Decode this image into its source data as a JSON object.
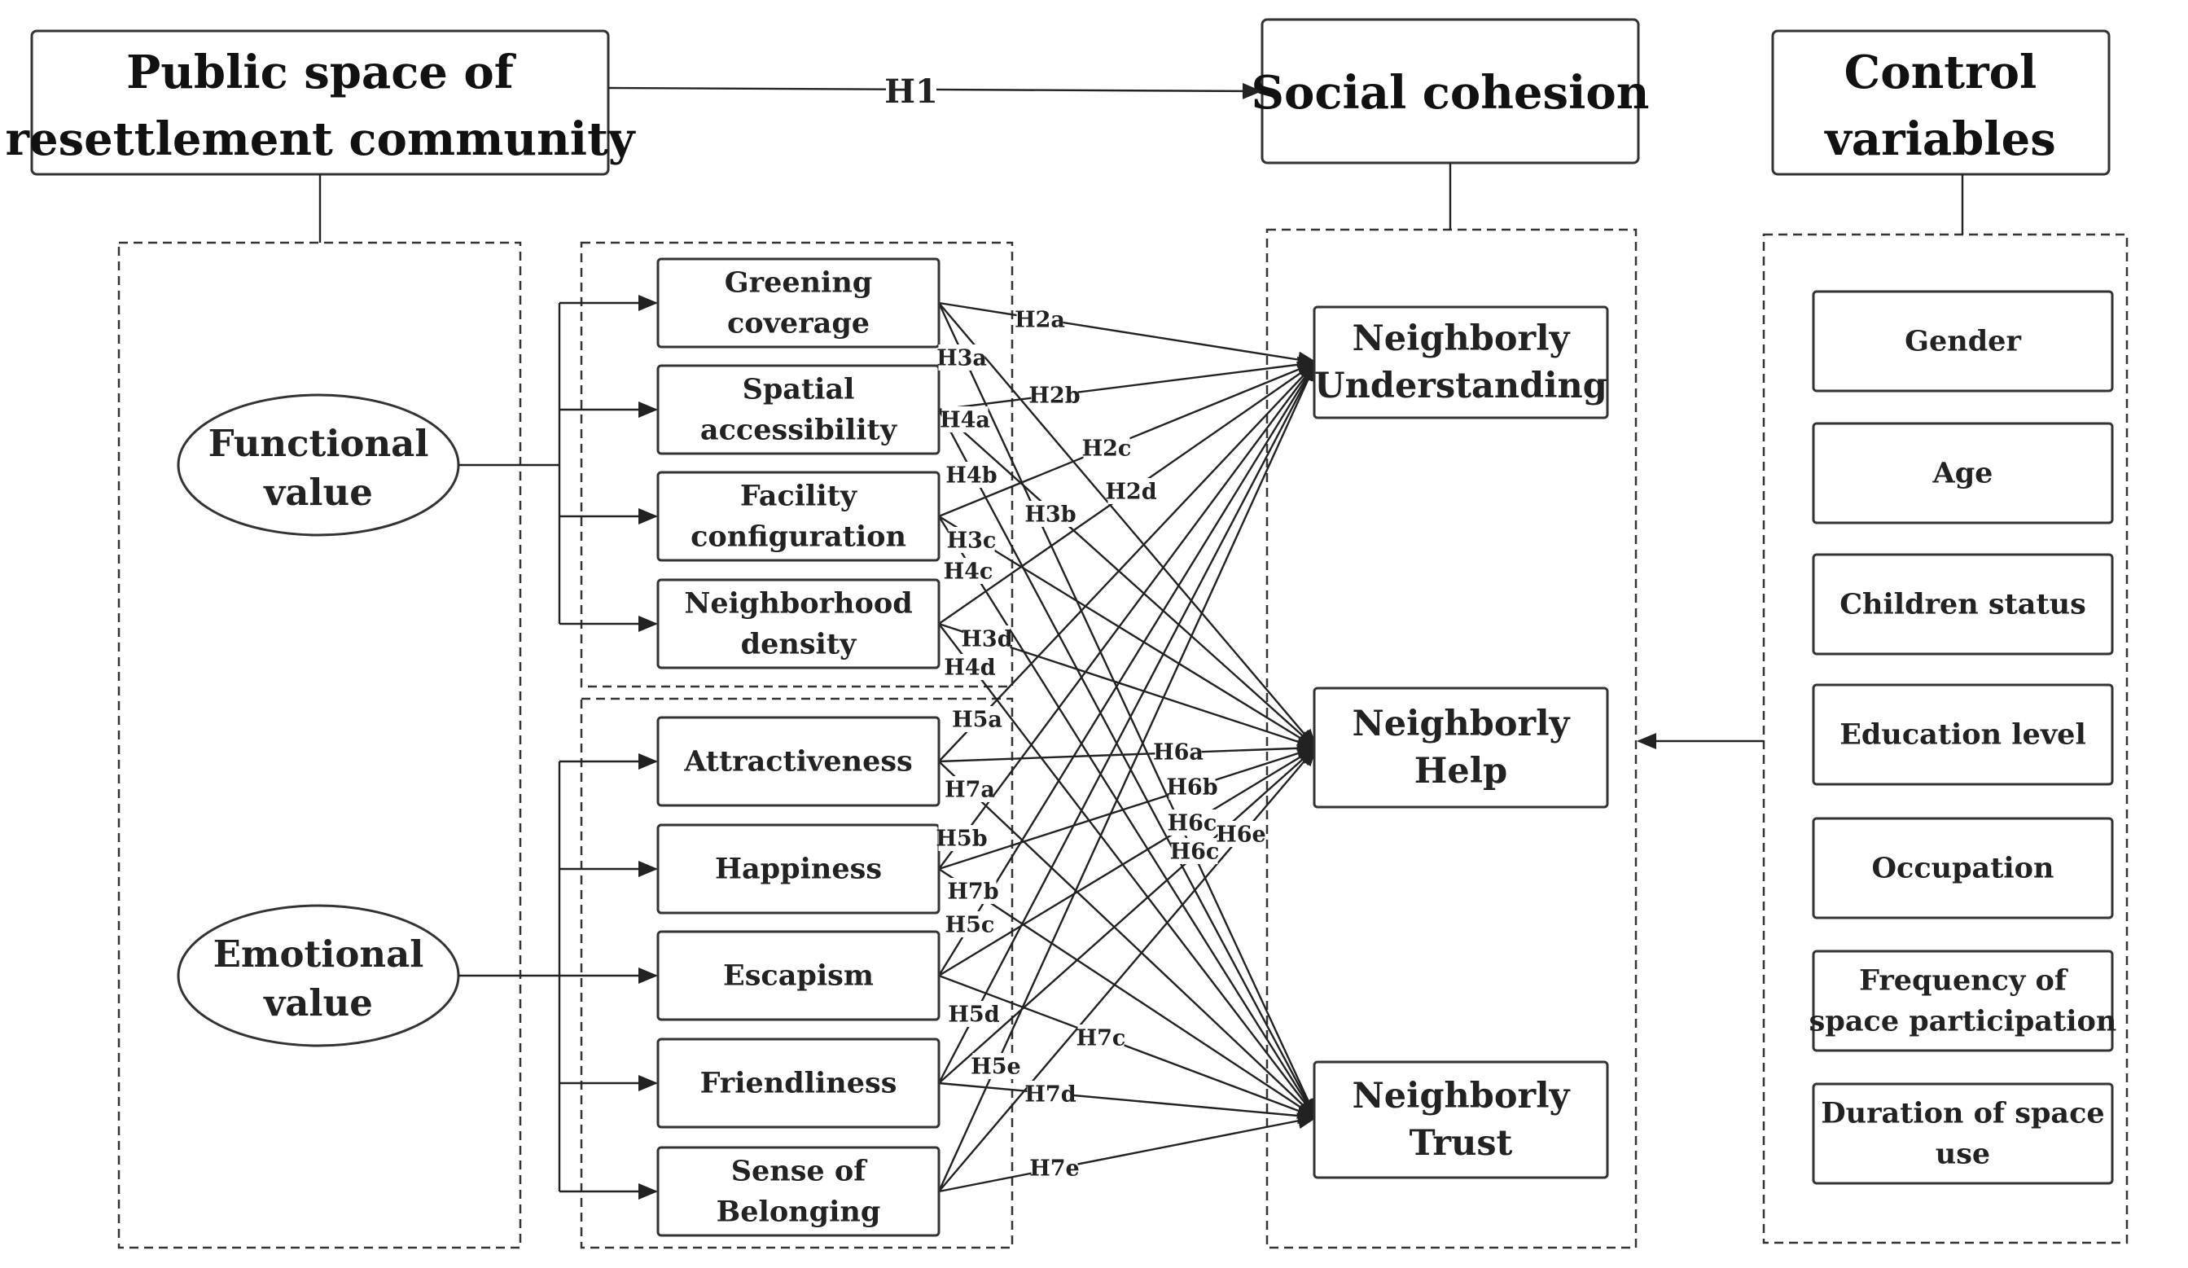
{
  "top": {
    "public_space": [
      "Public space of",
      "resettlement community"
    ],
    "social_cohesion": "Social cohesion",
    "control_variables": [
      "Control",
      "variables"
    ],
    "h1": "H1"
  },
  "dimensions": {
    "functional": [
      "Functional",
      "value"
    ],
    "emotional": [
      "Emotional",
      "value"
    ]
  },
  "functional_items": [
    [
      "Greening",
      "coverage"
    ],
    [
      "Spatial",
      "accessibility"
    ],
    [
      "Facility",
      "configuration"
    ],
    [
      "Neighborhood",
      "density"
    ]
  ],
  "emotional_items": [
    [
      "Attractiveness"
    ],
    [
      "Happiness"
    ],
    [
      "Escapism"
    ],
    [
      "Friendliness"
    ],
    [
      "Sense of",
      "Belonging"
    ]
  ],
  "outcomes": [
    [
      "Neighborly",
      "Understanding"
    ],
    [
      "Neighborly",
      "Help"
    ],
    [
      "Neighborly",
      "Trust"
    ]
  ],
  "controls": [
    [
      "Gender"
    ],
    [
      "Age"
    ],
    [
      "Children status"
    ],
    [
      "Education level"
    ],
    [
      "Occupation"
    ],
    [
      "Frequency of",
      "space participation"
    ],
    [
      "Duration of space",
      "use"
    ]
  ],
  "hypotheses": [
    {
      "label": "H2a",
      "from": 0,
      "to": 0
    },
    {
      "label": "H2b",
      "from": 1,
      "to": 0
    },
    {
      "label": "H2c",
      "from": 2,
      "to": 0
    },
    {
      "label": "H2d",
      "from": 3,
      "to": 0
    },
    {
      "label": "H3a",
      "from": 0,
      "to": 1
    },
    {
      "label": "H3b",
      "from": 1,
      "to": 1
    },
    {
      "label": "H3c",
      "from": 2,
      "to": 1
    },
    {
      "label": "H3d",
      "from": 3,
      "to": 1
    },
    {
      "label": "H4a",
      "from": 0,
      "to": 2
    },
    {
      "label": "H4b",
      "from": 1,
      "to": 2
    },
    {
      "label": "H4c",
      "from": 2,
      "to": 2
    },
    {
      "label": "H4d",
      "from": 3,
      "to": 2
    },
    {
      "label": "H5a",
      "from": 4,
      "to": 0
    },
    {
      "label": "H5b",
      "from": 5,
      "to": 0
    },
    {
      "label": "H5c",
      "from": 6,
      "to": 0
    },
    {
      "label": "H5d",
      "from": 7,
      "to": 0
    },
    {
      "label": "H5e",
      "from": 8,
      "to": 0
    },
    {
      "label": "H6a",
      "from": 4,
      "to": 1
    },
    {
      "label": "H6b",
      "from": 5,
      "to": 1
    },
    {
      "label": "H6c",
      "from": 6,
      "to": 1
    },
    {
      "label": "H6c",
      "from": 7,
      "to": 1
    },
    {
      "label": "H6e",
      "from": 8,
      "to": 1
    },
    {
      "label": "H7a",
      "from": 4,
      "to": 2
    },
    {
      "label": "H7b",
      "from": 5,
      "to": 2
    },
    {
      "label": "H7c",
      "from": 6,
      "to": 2
    },
    {
      "label": "H7d",
      "from": 7,
      "to": 2
    },
    {
      "label": "H7e",
      "from": 8,
      "to": 2
    }
  ]
}
